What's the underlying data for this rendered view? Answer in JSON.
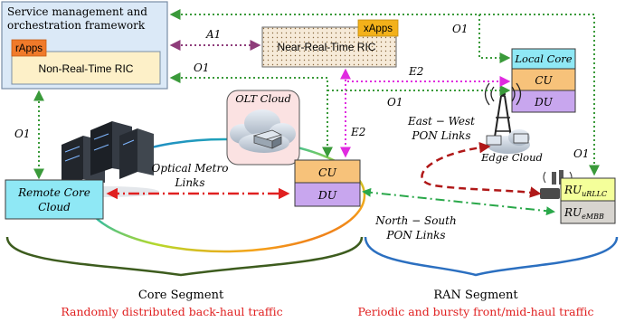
{
  "framework": {
    "title_line1": "Service management and",
    "title_line2": "orchestration framework",
    "rapps": "rApps",
    "non_rt_ric": "Non-Real-Time RIC"
  },
  "near_rt_ric": {
    "label": "Near-Real-Time RIC",
    "xapps": "xApps"
  },
  "local_core": {
    "title": "Local Core",
    "cu": "CU",
    "du": "DU"
  },
  "olt_cloud": {
    "label": "OLT Cloud"
  },
  "ran_box": {
    "cu": "CU",
    "du": "DU"
  },
  "remote_core": {
    "line1": "Remote Core",
    "line2": "Cloud"
  },
  "edge_cloud": {
    "label": "Edge Cloud"
  },
  "ru": {
    "top_base": "RU",
    "top_sub": "uRLLC",
    "bottom_base": "RU",
    "bottom_sub": "eMBB"
  },
  "links": {
    "a1": "A1",
    "o1_left": "O1",
    "o1_mid": "O1",
    "o1_mid2": "O1",
    "o1_right_top": "O1",
    "o1_right": "O1",
    "e2_top": "E2",
    "e2_vertical": "E2",
    "optical_line1": "Optical Metro",
    "optical_line2": "Links",
    "east_west_line1": "East − West",
    "east_west_line2": "PON Links",
    "north_south_line1": "North − South",
    "north_south_line2": "PON Links"
  },
  "segments": {
    "core_title": "Core  Segment",
    "core_sub": "Randomly distributed back-haul traffic",
    "ran_title": "RAN Segment",
    "ran_sub": "Periodic and bursty front/mid-haul traffic"
  },
  "colors": {
    "green_dotted": "#3a9a3a",
    "purple_dotted": "#8e3c7a",
    "magenta_dotted": "#e02ae0",
    "red_dashdot": "#e02020",
    "dark_red_dashed": "#b01818",
    "green_dashdot": "#2aa84a",
    "cyan_box": "#8fe8f5",
    "orange_box": "#f7c27a",
    "lavender_box": "#c8a6ee",
    "segment_red": "#e02020",
    "core_brace": "#3d5c1e",
    "ran_brace": "#2b6fc0"
  }
}
